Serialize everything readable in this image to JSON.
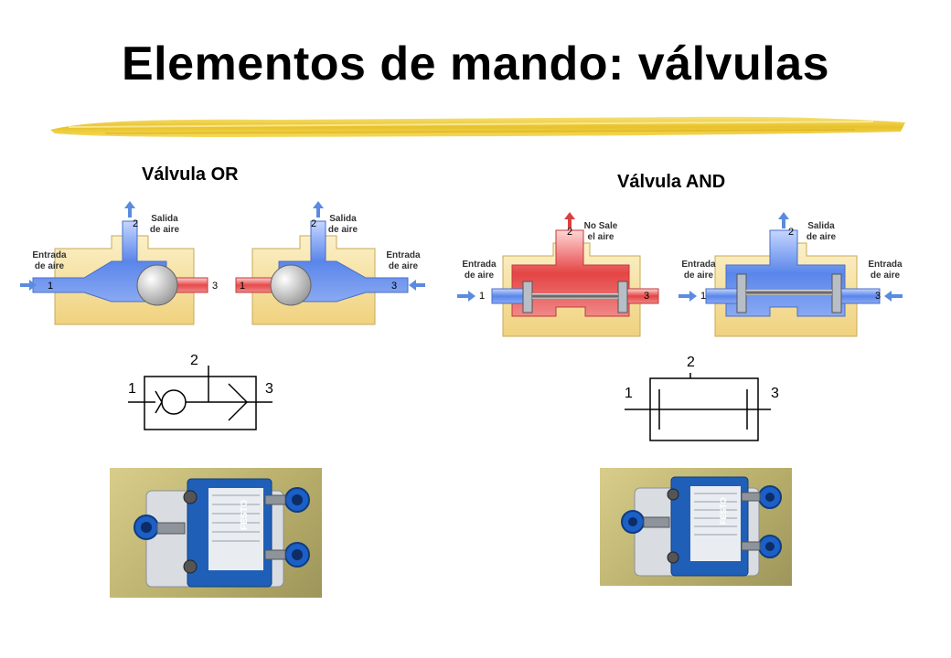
{
  "slide": {
    "title": "Elementos de mando: válvulas"
  },
  "or_valve": {
    "title": "Válvula OR",
    "left_cutaway": {
      "output_label": "Salida\nde aire",
      "input_label": "Entrada\nde aire",
      "port_out": "2",
      "port_left": "1",
      "port_right": "3"
    },
    "right_cutaway": {
      "output_label": "Salida\nde aire",
      "input_label": "Entrada\nde aire",
      "port_out": "2",
      "port_left": "1",
      "port_right": "3"
    },
    "symbol": {
      "port_top": "2",
      "port_left": "1",
      "port_right": "3"
    },
    "photo": {
      "brand": "FESTO"
    }
  },
  "and_valve": {
    "title": "Válvula AND",
    "left_cutaway": {
      "output_label": "No Sale\nel aire",
      "input_label": "Entrada\nde aire",
      "port_out": "2",
      "port_left": "1",
      "port_right": "3"
    },
    "right_cutaway": {
      "output_label": "Salida\nde aire",
      "input_label_left": "Entrada\nde aire",
      "input_label_right": "Entrada\nde aire",
      "port_out": "2",
      "port_left": "1",
      "port_right": "3"
    },
    "symbol": {
      "port_top": "2",
      "port_left": "1",
      "port_right": "3"
    },
    "photo": {
      "brand": "FESTO"
    }
  },
  "colors": {
    "housing": "#f3dc9a",
    "air_blue": "#4f7fe6",
    "air_red": "#e64545",
    "arrow_blue": "#5b8be0",
    "arrow_red": "#d94040"
  }
}
